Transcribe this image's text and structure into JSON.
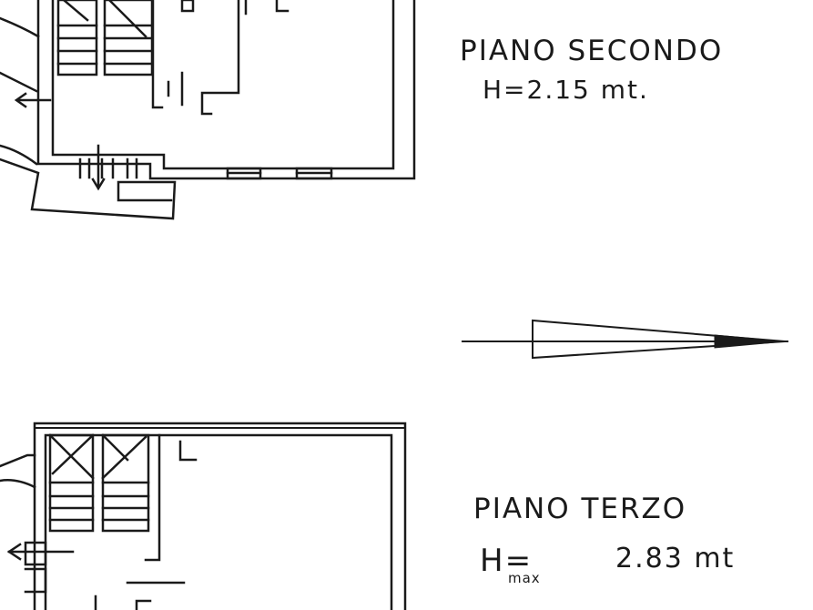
{
  "floor_upper": {
    "title": "PIANO SECONDO",
    "height": "H=2.15 mt."
  },
  "floor_lower": {
    "title": "PIANO TERZO",
    "height_symbol": "H=",
    "height_subscript": "max",
    "height_value": "2.83 mt"
  },
  "colors": {
    "ink": "#1a1a1a",
    "paper": "#ffffff"
  }
}
